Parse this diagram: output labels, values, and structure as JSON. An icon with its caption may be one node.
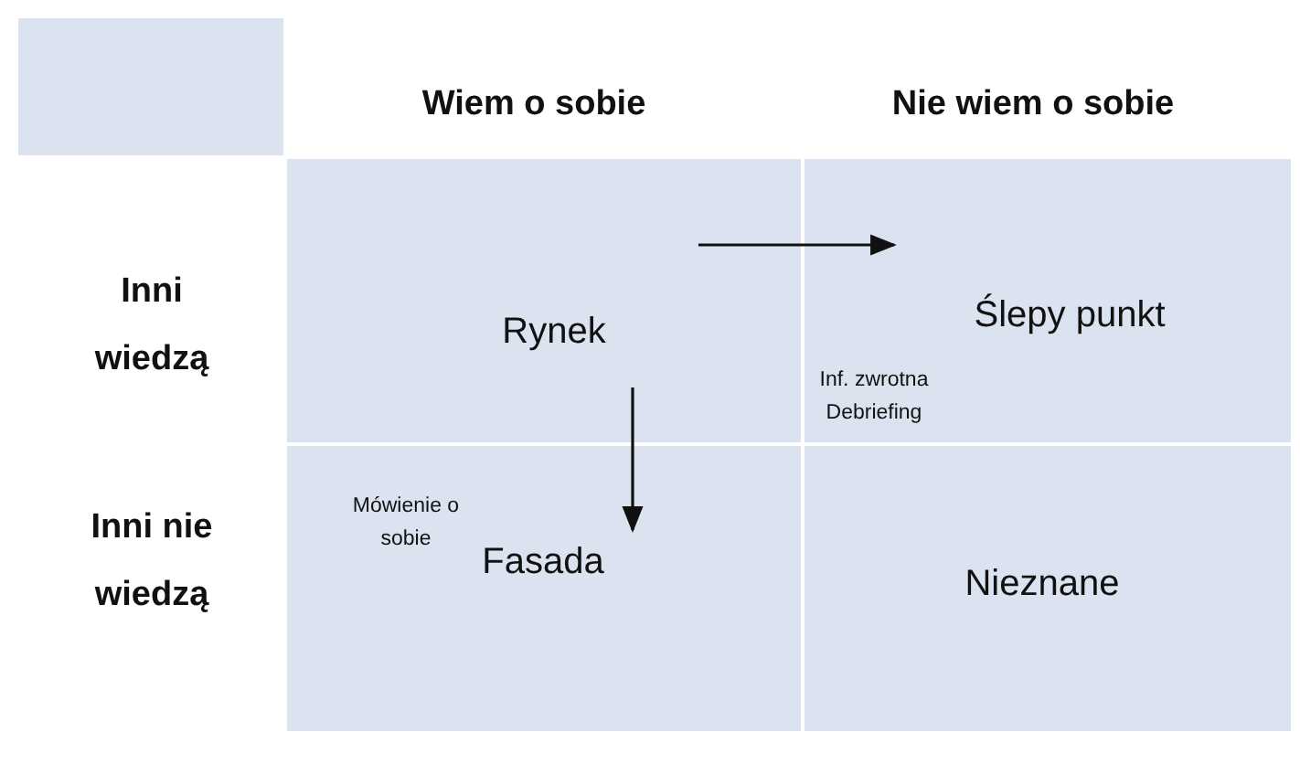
{
  "diagram": {
    "nodes": [
      {
        "text": [
          "Rynek"
        ]
      },
      {
        "text": [
          "Ślepy punkt"
        ]
      },
      {
        "text": [
          "Fasada"
        ]
      },
      {
        "text": [
          "Nieznane"
        ]
      }
    ],
    "edges": [
      {
        "from": 0,
        "to": 1,
        "arrow": "to"
      },
      {
        "from": 0,
        "to": 2,
        "arrow": "to"
      }
    ],
    "labels": [
      "Wiem o sobie",
      "Nie wiem o sobie",
      "Inni wiedzą",
      "Inf. zwrotna Debriefing",
      "Mówienie o sobie",
      "Inni nie wiedzą"
    ]
  }
}
